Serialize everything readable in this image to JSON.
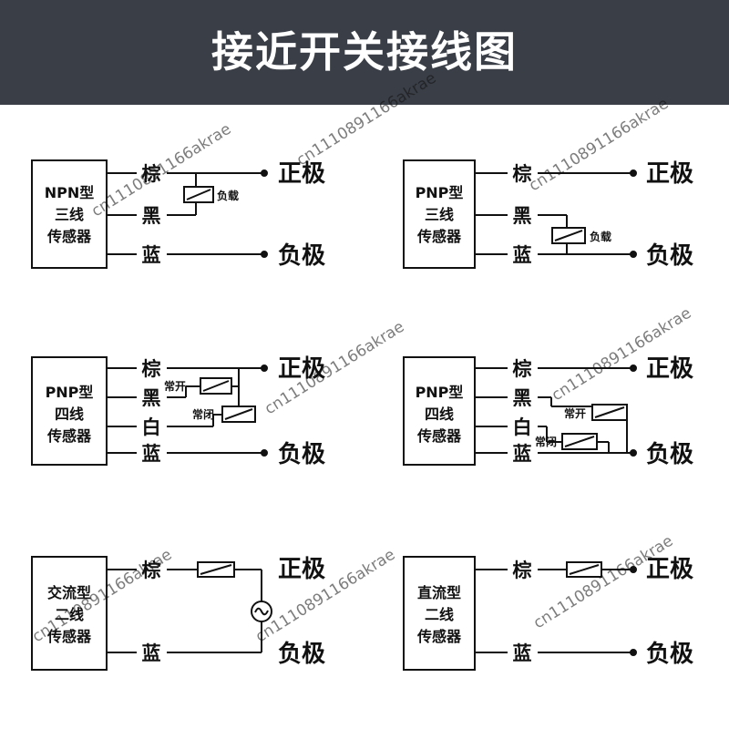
{
  "title": "接近开关接线图",
  "colors": {
    "header_bg": "#3a3f47",
    "header_text": "#ffffff",
    "line": "#111111"
  },
  "terminals": {
    "positive": "正极",
    "negative": "负极"
  },
  "wires": {
    "brown": "棕",
    "black": "黑",
    "white": "白",
    "blue": "蓝"
  },
  "labels": {
    "load": "负载",
    "normally_open": "常开",
    "normally_closed": "常闭"
  },
  "sensors": {
    "npn3": [
      "NPN型",
      "三线",
      "传感器"
    ],
    "pnp3": [
      "PNP型",
      "三线",
      "传感器"
    ],
    "pnp4a": [
      "PNP型",
      "四线",
      "传感器"
    ],
    "pnp4b": [
      "PNP型",
      "四线",
      "传感器"
    ],
    "ac2": [
      "交流型",
      "二线",
      "传感器"
    ],
    "dc2": [
      "直流型",
      "二线",
      "传感器"
    ]
  },
  "icons": {
    "ac_source": "ac-source-symbol-icon",
    "terminal": "terminal-dot-icon",
    "coil": "relay-coil-icon"
  },
  "watermark": "cn1110891166akrae"
}
